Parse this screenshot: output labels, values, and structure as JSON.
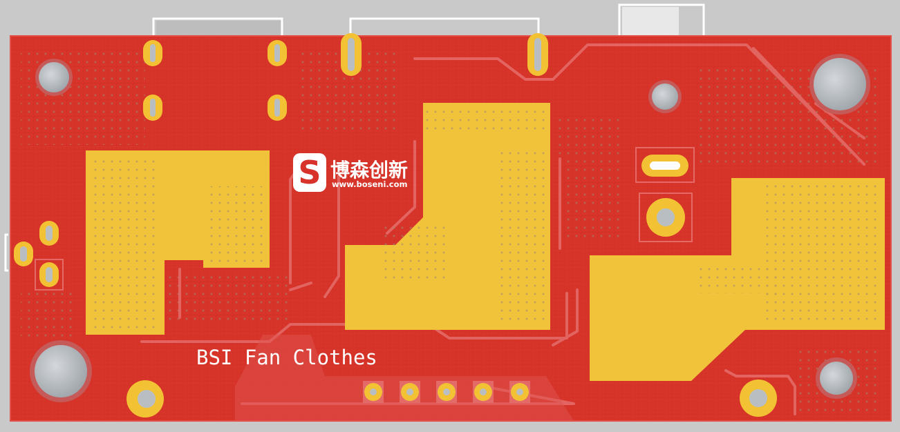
{
  "board": {
    "silkscreen_label": "BSI Fan Clothes",
    "colors": {
      "background": "#c9c9c9",
      "board_red": "#d8332a",
      "copper_pour": "#f0c33a",
      "pad_ring": "#f2c234",
      "hole": "#b9bec3",
      "trace": "#e46a68",
      "connector_outline": "#ffffff"
    }
  },
  "logo": {
    "chinese_name": "博森创新",
    "website": "www.boseni.com",
    "mark_letter": "S"
  }
}
